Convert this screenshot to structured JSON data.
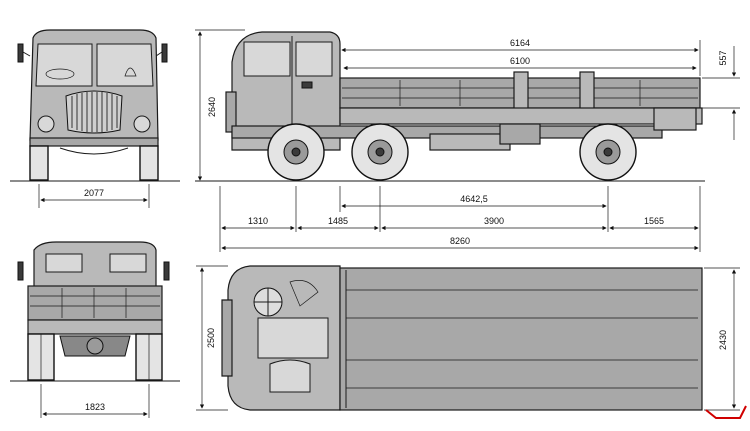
{
  "dimensions": {
    "front_track": "2077",
    "rear_track": "1823",
    "height": "2640",
    "width": "2500",
    "bed_width": "2430",
    "bed_length_outer": "6164",
    "bed_length_inner": "6100",
    "side_height": "557",
    "wheelbase_total": "4642,5",
    "front_overhang": "1310",
    "axle_spacing_front": "1485",
    "axle_spacing_rear": "3900",
    "rear_overhang": "1565",
    "overall_length": "8260"
  },
  "colors": {
    "ink": "#1a1a1a",
    "body": "#b9b9b9",
    "marker": "#d00000"
  }
}
